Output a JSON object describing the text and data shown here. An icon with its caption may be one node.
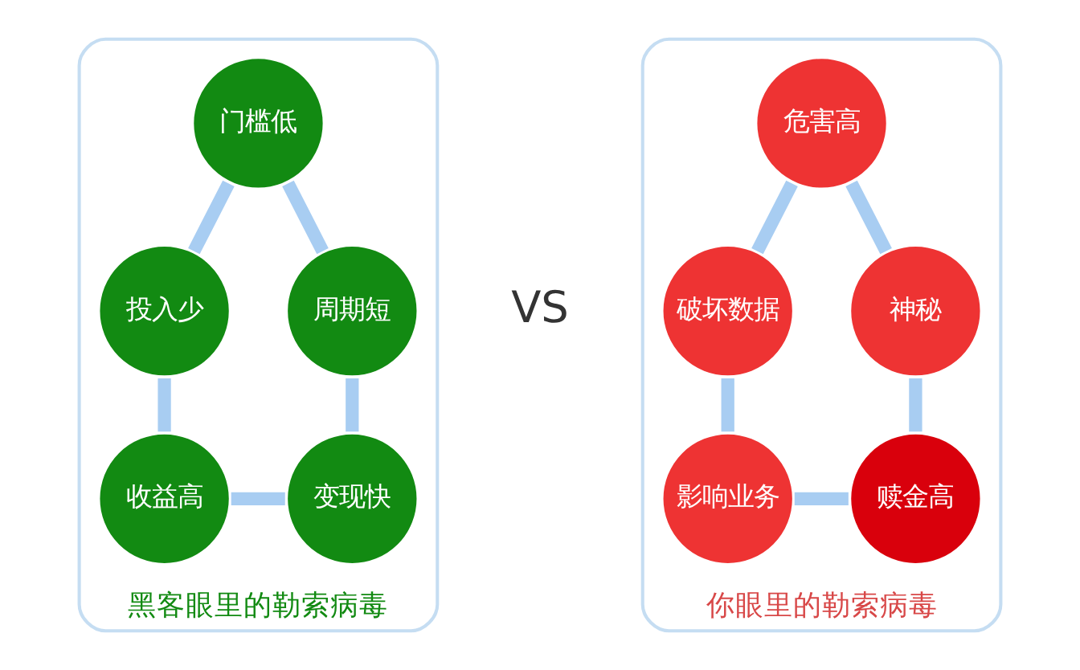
{
  "diagram": {
    "nodes": [
      {
        "text": [
          "黑客眼里的勒索病毒"
        ]
      },
      {
        "text": [
          "门槛低"
        ],
        "in": 0
      },
      {
        "text": [
          "投入少"
        ],
        "in": 0
      },
      {
        "text": [
          "收益高"
        ],
        "in": 0
      },
      {
        "text": [
          "变现快"
        ],
        "in": 0
      },
      {
        "text": [
          "周期短"
        ],
        "in": 0
      },
      {
        "text": [
          "你眼里的勒索病毒"
        ]
      },
      {
        "text": [
          "危害高"
        ],
        "in": 6
      },
      {
        "text": [
          "破坏数据"
        ],
        "in": 6
      },
      {
        "text": [
          "影响业务"
        ],
        "in": 6
      },
      {
        "text": [
          "赎金高"
        ],
        "in": 6
      },
      {
        "text": [
          "神秘"
        ],
        "in": 6
      }
    ],
    "edges": [
      {
        "from": 1,
        "to": 2,
        "arrow": "none"
      },
      {
        "from": 2,
        "to": 3,
        "arrow": "none"
      },
      {
        "from": 3,
        "to": 4,
        "arrow": "none"
      },
      {
        "from": 4,
        "to": 5,
        "arrow": "none"
      },
      {
        "from": 5,
        "to": 1,
        "arrow": "none"
      },
      {
        "from": 7,
        "to": 8,
        "arrow": "none"
      },
      {
        "from": 8,
        "to": 9,
        "arrow": "none"
      },
      {
        "from": 9,
        "to": 10,
        "arrow": "none"
      },
      {
        "from": 10,
        "to": 11,
        "arrow": "none"
      },
      {
        "from": 11,
        "to": 7,
        "arrow": "none"
      }
    ],
    "labels": [
      "VS"
    ]
  }
}
